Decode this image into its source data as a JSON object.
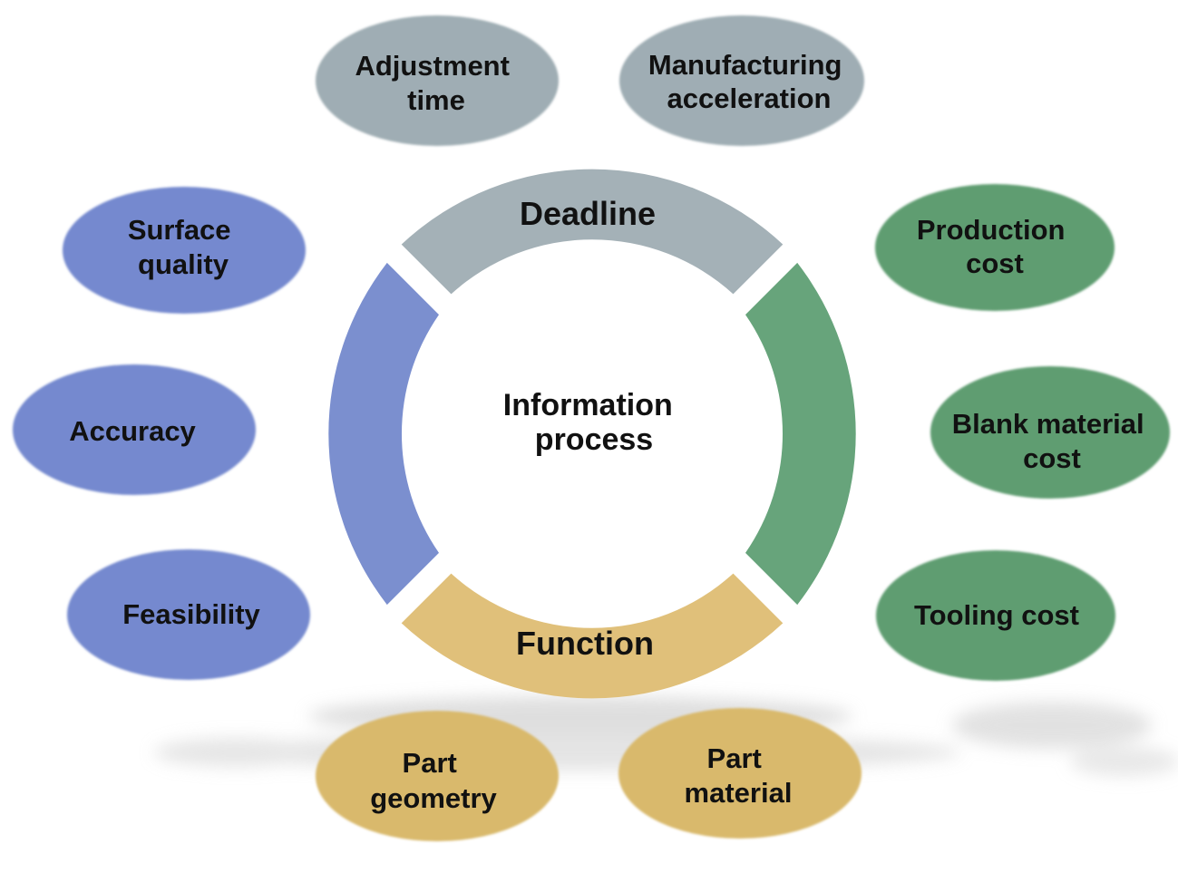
{
  "center": {
    "lines": [
      "Information",
      "process"
    ]
  },
  "ring": {
    "top_label": "Deadline",
    "bottom_label": "Function",
    "colors": {
      "deadline": "#a4b1b7",
      "green": "#67a47b",
      "function": "#e0c07a",
      "blue": "#7b8fcf"
    }
  },
  "nodes": {
    "adjustment_time": [
      "Adjustment",
      "time"
    ],
    "manufacturing_acceleration": [
      "Manufacturing",
      "acceleration"
    ],
    "surface_quality": [
      "Surface",
      "quality"
    ],
    "accuracy": [
      "Accuracy"
    ],
    "feasibility": [
      "Feasibility"
    ],
    "production_cost": [
      "Production",
      "cost"
    ],
    "blank_material_cost": [
      "Blank material",
      "cost"
    ],
    "tooling_cost": [
      "Tooling cost"
    ],
    "part_geometry": [
      "Part",
      "geometry"
    ],
    "part_material": [
      "Part",
      "material"
    ]
  },
  "node_colors": {
    "gray": "#9fadb4",
    "blue": "#7489cf",
    "green": "#5f9d71",
    "gold": "#d9b96c"
  }
}
